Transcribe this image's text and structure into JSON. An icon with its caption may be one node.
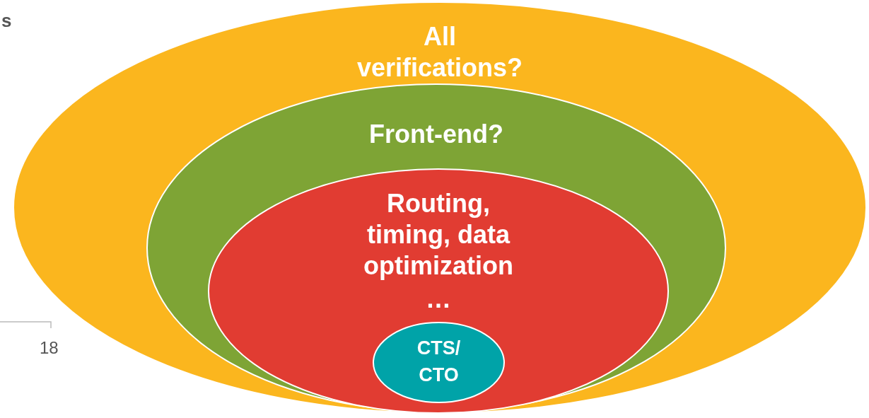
{
  "diagram": {
    "nodes": [
      {
        "text": [
          "All verifications?"
        ]
      },
      {
        "text": [
          "Front-end?"
        ],
        "in": 0
      },
      {
        "text": [
          "Routing, timing, data optimization",
          "…"
        ],
        "in": 1
      },
      {
        "text": [
          "CTS/ CTO"
        ],
        "in": 2
      }
    ],
    "labels": [
      "s",
      "18"
    ]
  }
}
